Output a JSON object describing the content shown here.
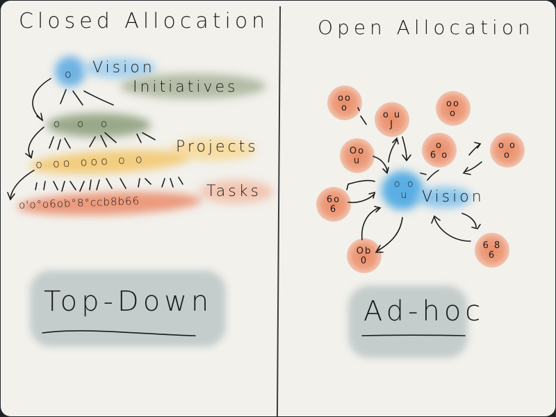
{
  "left_panel": {
    "title": "Closed Allocation",
    "levels": [
      {
        "label": "Vision",
        "color": "#6fb3e3",
        "nodes": "o"
      },
      {
        "label": "Initiatives",
        "color": "#9aa88a",
        "nodes": "o   o   o"
      },
      {
        "label": "Projects",
        "color": "#f3cd7e",
        "nodes": "o oo ooo o o"
      },
      {
        "label": "Tasks",
        "color": "#ec9a7d",
        "nodes": "o'o°o6ob°8°ccb8b66"
      }
    ],
    "summary": "Top-Down"
  },
  "right_panel": {
    "title": "Open Allocation",
    "center": {
      "label": "Vision",
      "face": "o o\nu",
      "color": "#5aaee3"
    },
    "people": [
      {
        "face": "oo\no"
      },
      {
        "face": "o u\nJ"
      },
      {
        "face": "oo\no"
      },
      {
        "face": "Oo\nu"
      },
      {
        "face": "o\n6 o"
      },
      {
        "face": "o o\no"
      },
      {
        "face": "6o\n6"
      },
      {
        "face": "Ob\n0"
      },
      {
        "face": "6 8\n6"
      }
    ],
    "person_color": "#ec9a7d",
    "summary": "Ad-hoc"
  },
  "colors": {
    "paper": "#f2f1ec",
    "ink": "#1a1a1a",
    "summary_wash": "#c4cdcc",
    "frame": "#1f2326"
  }
}
